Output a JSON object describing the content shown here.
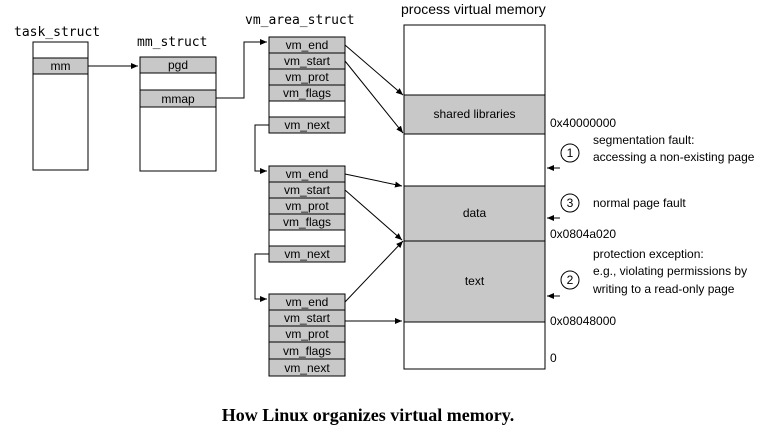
{
  "labels": {
    "task_struct": "task_struct",
    "mm_struct": "mm_struct",
    "vm_area_struct": "vm_area_struct",
    "process_virtual_memory": "process virtual memory"
  },
  "task_struct": {
    "mm": "mm"
  },
  "mm_struct": {
    "pgd": "pgd",
    "mmap": "mmap"
  },
  "vm_area_1": {
    "fields": [
      "vm_end",
      "vm_start",
      "vm_prot",
      "vm_flags",
      "",
      "vm_next"
    ]
  },
  "vm_area_2": {
    "fields": [
      "vm_end",
      "vm_start",
      "vm_prot",
      "vm_flags",
      "",
      "vm_next"
    ]
  },
  "vm_area_3": {
    "fields": [
      "vm_end",
      "vm_start",
      "vm_prot",
      "vm_flags",
      "vm_next"
    ]
  },
  "memory": {
    "regions": {
      "shared_libraries": "shared libraries",
      "data": "data",
      "text": "text"
    },
    "addresses": {
      "a40000000": "0x40000000",
      "a0804a020": "0x0804a020",
      "a08048000": "0x08048000",
      "a0": "0"
    }
  },
  "faults": [
    {
      "number": "1",
      "text": [
        "segmentation fault:",
        "accessing a non-existing page"
      ]
    },
    {
      "number": "3",
      "text": [
        "normal page fault"
      ]
    },
    {
      "number": "2",
      "text": [
        "protection exception:",
        "e.g., violating permissions by",
        "writing to a read-only page"
      ]
    }
  ],
  "caption": "How Linux organizes virtual memory.",
  "colors": {
    "region_fill": "#c8c8c8",
    "line": "#000000"
  }
}
